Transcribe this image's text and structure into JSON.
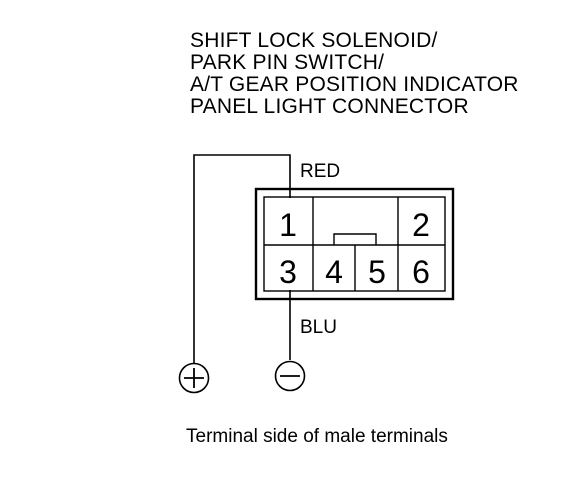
{
  "title_lines": [
    "SHIFT LOCK SOLENOID/",
    "PARK PIN SWITCH/",
    "A/T GEAR POSITION INDICATOR",
    "PANEL LIGHT CONNECTOR"
  ],
  "wire_labels": {
    "top": "RED",
    "bottom": "BLU"
  },
  "terminals": {
    "t1": "1",
    "t2": "2",
    "t3": "3",
    "t4": "4",
    "t5": "5",
    "t6": "6"
  },
  "probes": {
    "positive": "positive-terminal-symbol",
    "negative": "negative-terminal-symbol"
  },
  "caption": "Terminal side of male terminals"
}
